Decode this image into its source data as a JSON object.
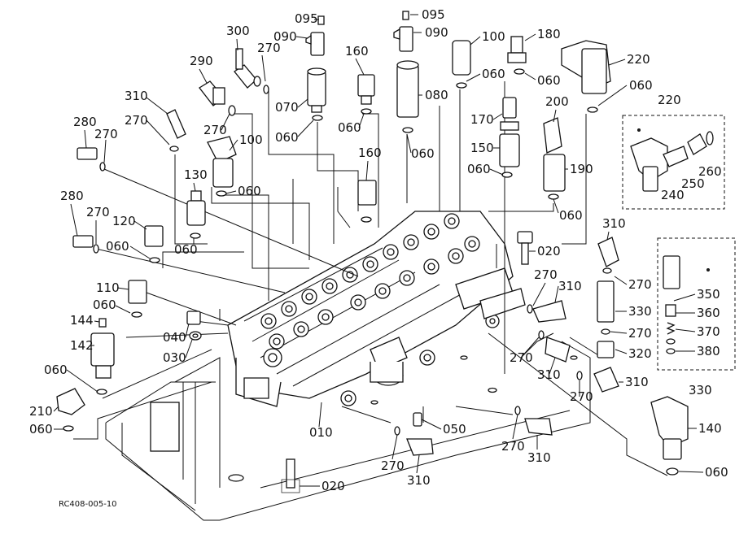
{
  "diagram": {
    "code": "RC408-005-10",
    "callouts": {
      "c095a": "095",
      "c095b": "095",
      "c090a": "090",
      "c090b": "090",
      "c300": "300",
      "c270a": "270",
      "c160a": "160",
      "c100a": "100",
      "c180": "180",
      "c220a": "220",
      "c060a": "060",
      "c060b": "060",
      "c060c": "060",
      "c290": "290",
      "c070": "070",
      "c080": "080",
      "c060d": "060",
      "c060e": "060",
      "c060f": "060",
      "c310a": "310",
      "c270b": "270",
      "c270c": "270",
      "c170": "170",
      "c200": "200",
      "c280a": "280",
      "c270d": "270",
      "c100b": "100",
      "c150": "150",
      "c190": "190",
      "c220b": "220",
      "c130": "130",
      "c060g": "060",
      "c160b": "160",
      "c060h": "060",
      "c060i": "060",
      "c260": "260",
      "c250": "250",
      "c240": "240",
      "c280b": "280",
      "c270e": "270",
      "c120": "120",
      "c060j": "060",
      "c060k": "060",
      "c020a": "020",
      "c310b": "310",
      "c270f": "270",
      "c310c": "310",
      "c110": "110",
      "c060l": "060",
      "c270g": "270",
      "c350": "350",
      "c330a": "330",
      "c360": "360",
      "c144": "144",
      "c040": "040",
      "c270h": "270",
      "c370": "370",
      "c142": "142",
      "c030": "030",
      "c320": "320",
      "c380": "380",
      "c270i": "270",
      "c310d": "310",
      "c060m": "060",
      "c270j": "270",
      "c310e": "310",
      "c330b": "330",
      "c210": "210",
      "c060n": "060",
      "c010": "010",
      "c050": "050",
      "c140": "140",
      "c270k": "270",
      "c310f": "310",
      "c270l": "270",
      "c310g": "310",
      "c060o": "060",
      "c020b": "020"
    }
  }
}
